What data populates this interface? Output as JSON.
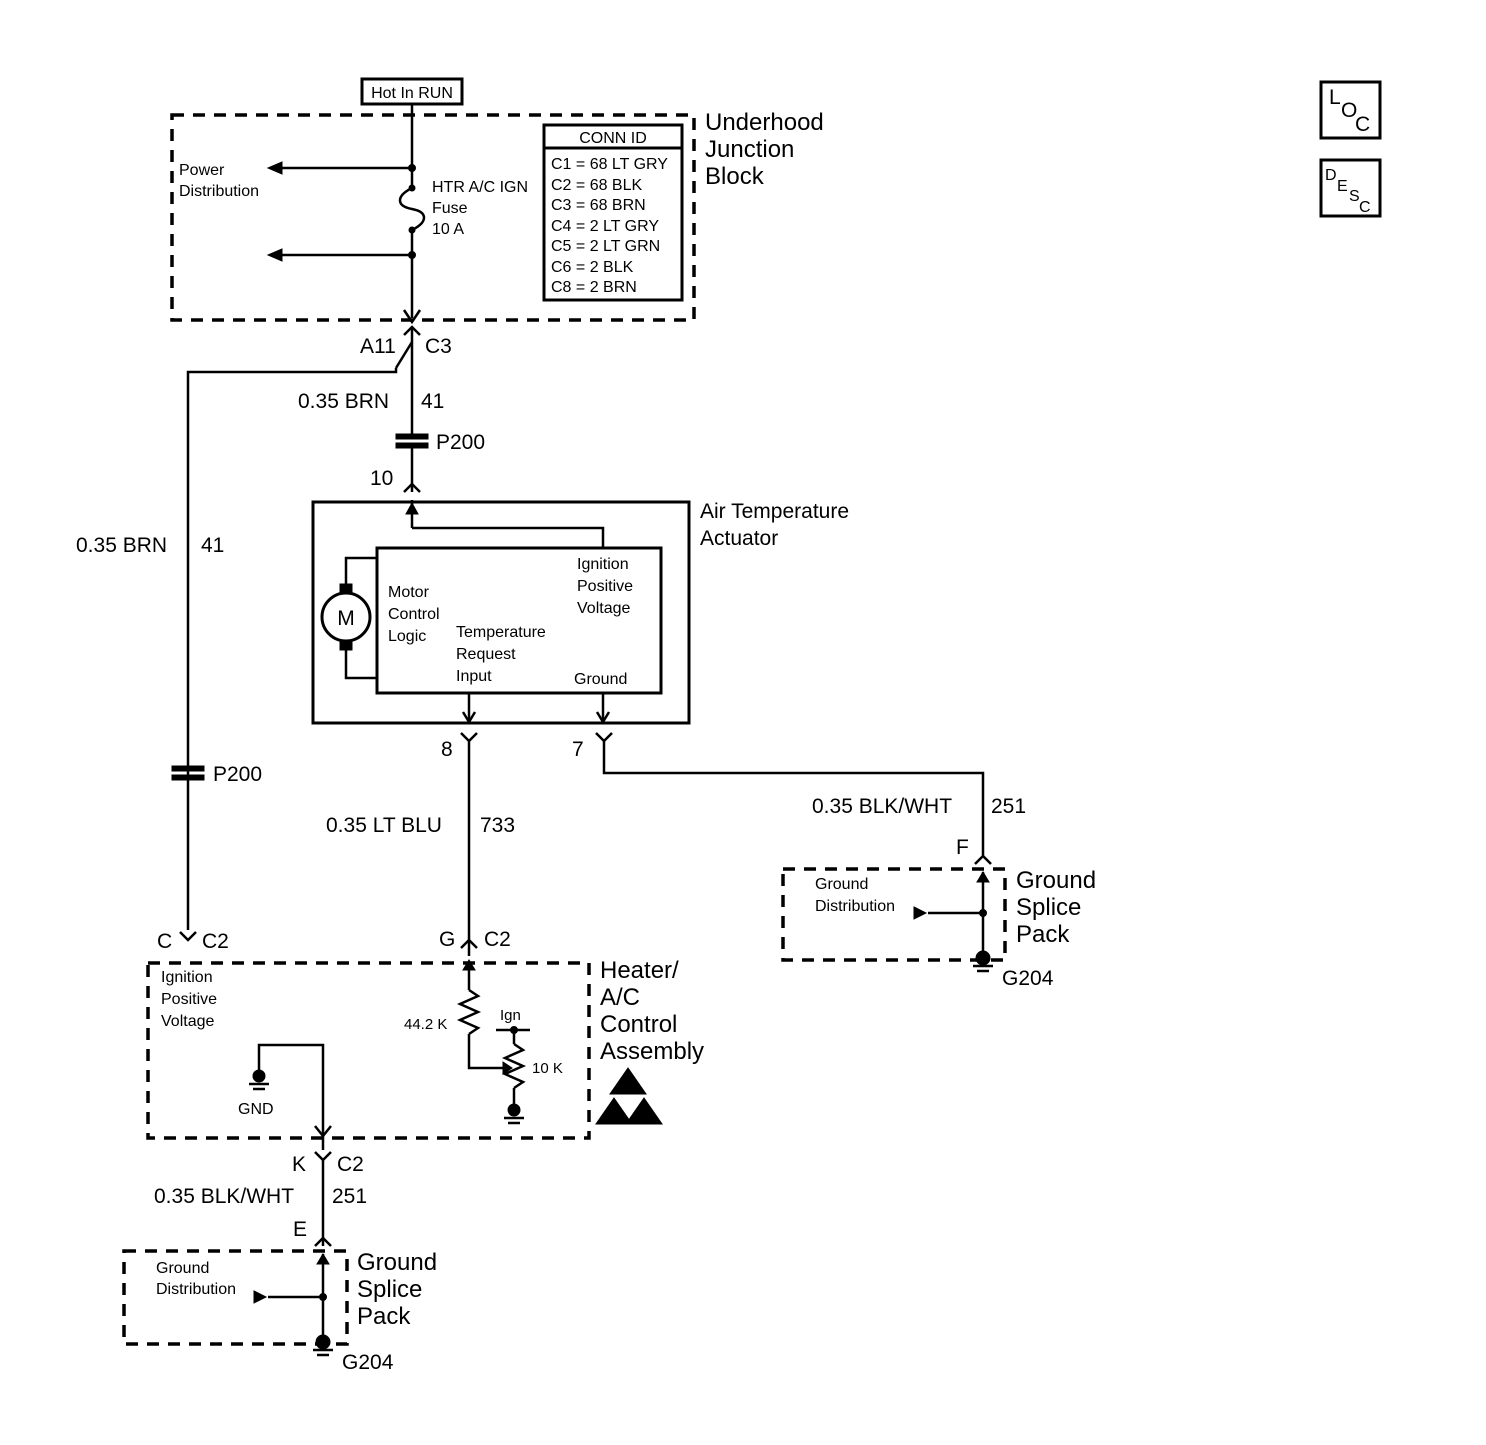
{
  "power": {
    "hot_in_run": "Hot In RUN"
  },
  "underhood": {
    "title": [
      "Underhood",
      "Junction",
      "Block"
    ],
    "power_distribution": [
      "Power",
      "Distribution"
    ],
    "fuse": [
      "HTR A/C IGN",
      "Fuse",
      "10 A"
    ],
    "conn_id_header": "CONN ID",
    "conn_ids": [
      "C1 = 68 LT GRY",
      "C2 = 68 BLK",
      "C3 = 68 BRN",
      "C4 = 2 LT GRY",
      "C5 = 2 LT GRN",
      "C6 = 2 BLK",
      "C8 = 2 BRN"
    ],
    "pin": "A11",
    "conn": "C3"
  },
  "wires": {
    "brn_top_label": "0.35 BRN",
    "brn_top_circuit": "41",
    "brn_left_label": "0.35 BRN",
    "brn_left_circuit": "41",
    "ltblu_label": "0.35 LT BLU",
    "ltblu_circuit": "733",
    "blkwht_right_label": "0.35 BLK/WHT",
    "blkwht_right_circuit": "251",
    "blkwht_bottom_label": "0.35 BLK/WHT",
    "blkwht_bottom_circuit": "251"
  },
  "connectors": {
    "p200_top": "P200",
    "p200_left": "P200"
  },
  "actuator": {
    "title": [
      "Air Temperature",
      "Actuator"
    ],
    "motor": "M",
    "motor_logic": [
      "Motor",
      "Control",
      "Logic"
    ],
    "ign_voltage": [
      "Ignition",
      "Positive",
      "Voltage"
    ],
    "temp_input": [
      "Temperature",
      "Request",
      "Input"
    ],
    "ground": "Ground",
    "pin_top": "10",
    "pin_8": "8",
    "pin_7": "7"
  },
  "hvac": {
    "title": [
      "Heater/",
      "A/C",
      "Control",
      "Assembly"
    ],
    "ign_voltage": [
      "Ignition",
      "Positive",
      "Voltage"
    ],
    "gnd": "GND",
    "res_44k": "44.2 K",
    "ign": "Ign",
    "res_10k": "10 K",
    "pin_c": "C",
    "pin_c_conn": "C2",
    "pin_g": "G",
    "pin_g_conn": "C2",
    "pin_k": "K",
    "pin_k_conn": "C2"
  },
  "splice_right": {
    "title": [
      "Ground",
      "Splice",
      "Pack"
    ],
    "ground_distribution": [
      "Ground",
      "Distribution"
    ],
    "pin": "F",
    "ground": "G204"
  },
  "splice_bottom": {
    "title": [
      "Ground",
      "Splice",
      "Pack"
    ],
    "ground_distribution": [
      "Ground",
      "Distribution"
    ],
    "pin": "E",
    "ground": "G204"
  },
  "icons": {
    "loc": [
      "L",
      "O",
      "C"
    ],
    "desc": [
      "D",
      "E",
      "S",
      "C"
    ]
  }
}
